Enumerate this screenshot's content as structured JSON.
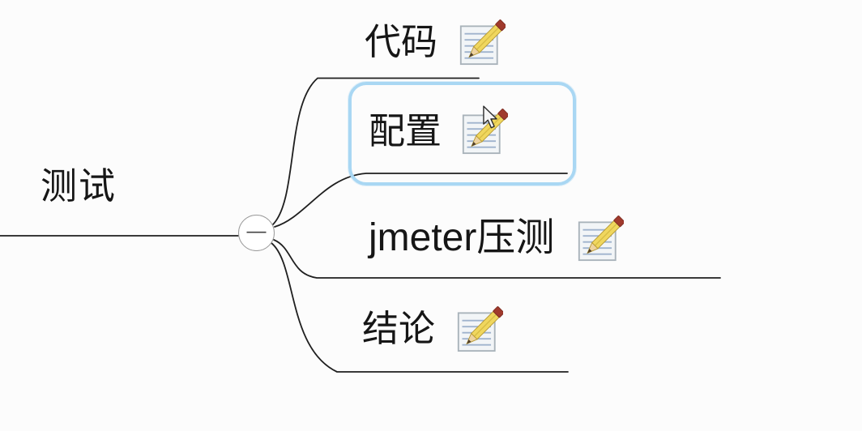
{
  "mindmap": {
    "root": {
      "label": "测试"
    },
    "collapse_button": {
      "symbol": "—"
    },
    "children": [
      {
        "label": "代码",
        "icon": "notes-icon",
        "selected": false
      },
      {
        "label": "配置",
        "icon": "notes-icon",
        "selected": true
      },
      {
        "label": "jmeter压测",
        "icon": "notes-icon",
        "selected": false
      },
      {
        "label": "结论",
        "icon": "notes-icon",
        "selected": false
      }
    ],
    "colors": {
      "selection_border": "#a9d7f3",
      "branch_line": "#1f1f1f",
      "background": "#fcfcfc"
    }
  },
  "cursor": {
    "type": "arrow"
  }
}
